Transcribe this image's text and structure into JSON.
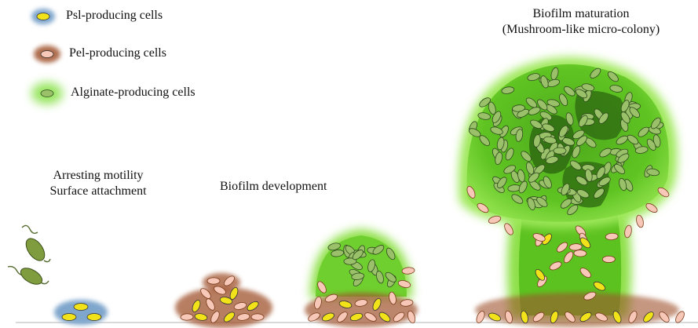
{
  "legend": {
    "items": [
      {
        "label": "Psl-producing cells",
        "type": "psl"
      },
      {
        "label": "Pel-producing cells",
        "type": "pel"
      },
      {
        "label": "Alginate-producing  cells",
        "type": "alg"
      }
    ]
  },
  "stages": {
    "attachment_line1": "Arresting motility",
    "attachment_line2": "Surface attachment",
    "development": "Biofilm  development",
    "maturation_line1": "Biofilm  maturation",
    "maturation_line2": "(Mushroom-like micro-colony)"
  },
  "colors": {
    "psl_fill": "#f2e21a",
    "psl_halo": "#6a8fb8",
    "pel_fill": "#f7c7b8",
    "pel_halo": "#a0522d",
    "alg_fill": "#8fb85a",
    "alg_halo": "#7bd34a",
    "biofilm_green": "#5cc21f"
  }
}
